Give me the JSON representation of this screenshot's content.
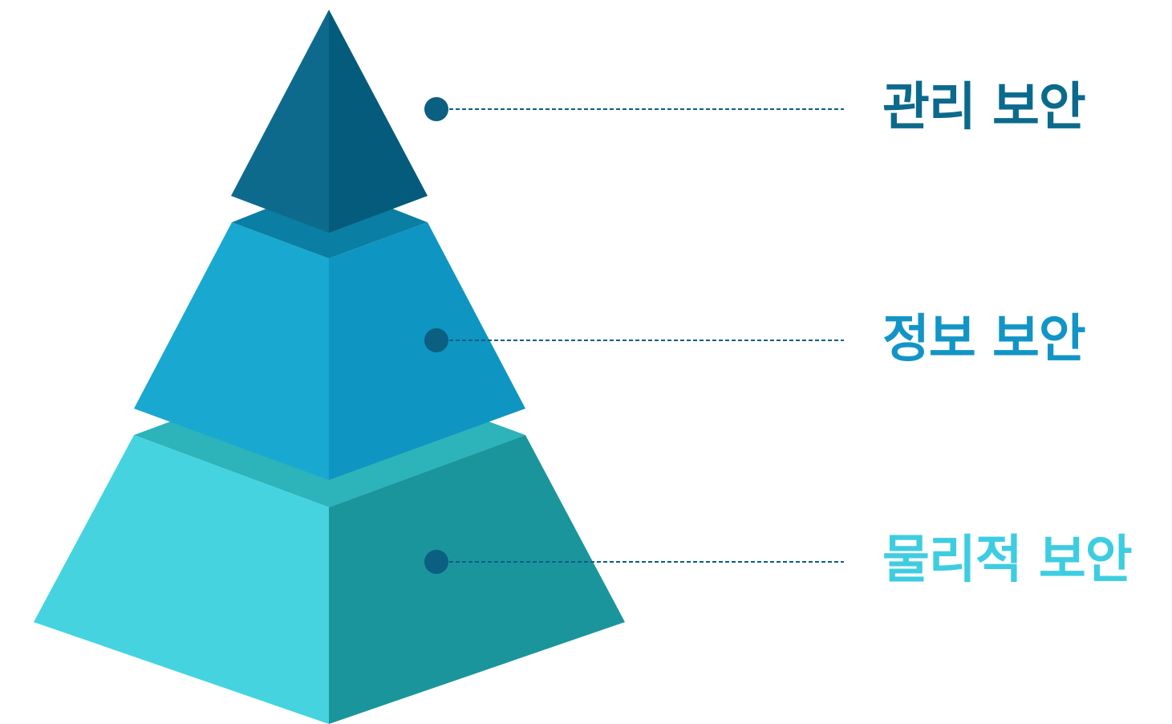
{
  "layers": [
    {
      "label": "관리 보안",
      "label_color": "#0B6A8C"
    },
    {
      "label": "정보 보안",
      "label_color": "#1295C6"
    },
    {
      "label": "물리적 보안",
      "label_color": "#3ECDE0"
    }
  ],
  "colors": {
    "top_left_face": "#0E6A8D",
    "top_right_face": "#045B7B",
    "mid_top_face": "#0A7EA3",
    "mid_left_face": "#18A8D0",
    "mid_right_face": "#0F95C1",
    "bot_top_face": "#2DB3BA",
    "bot_left_face": "#45D3E0",
    "bot_right_face": "#1B959C",
    "connector": "#0B5F80"
  }
}
